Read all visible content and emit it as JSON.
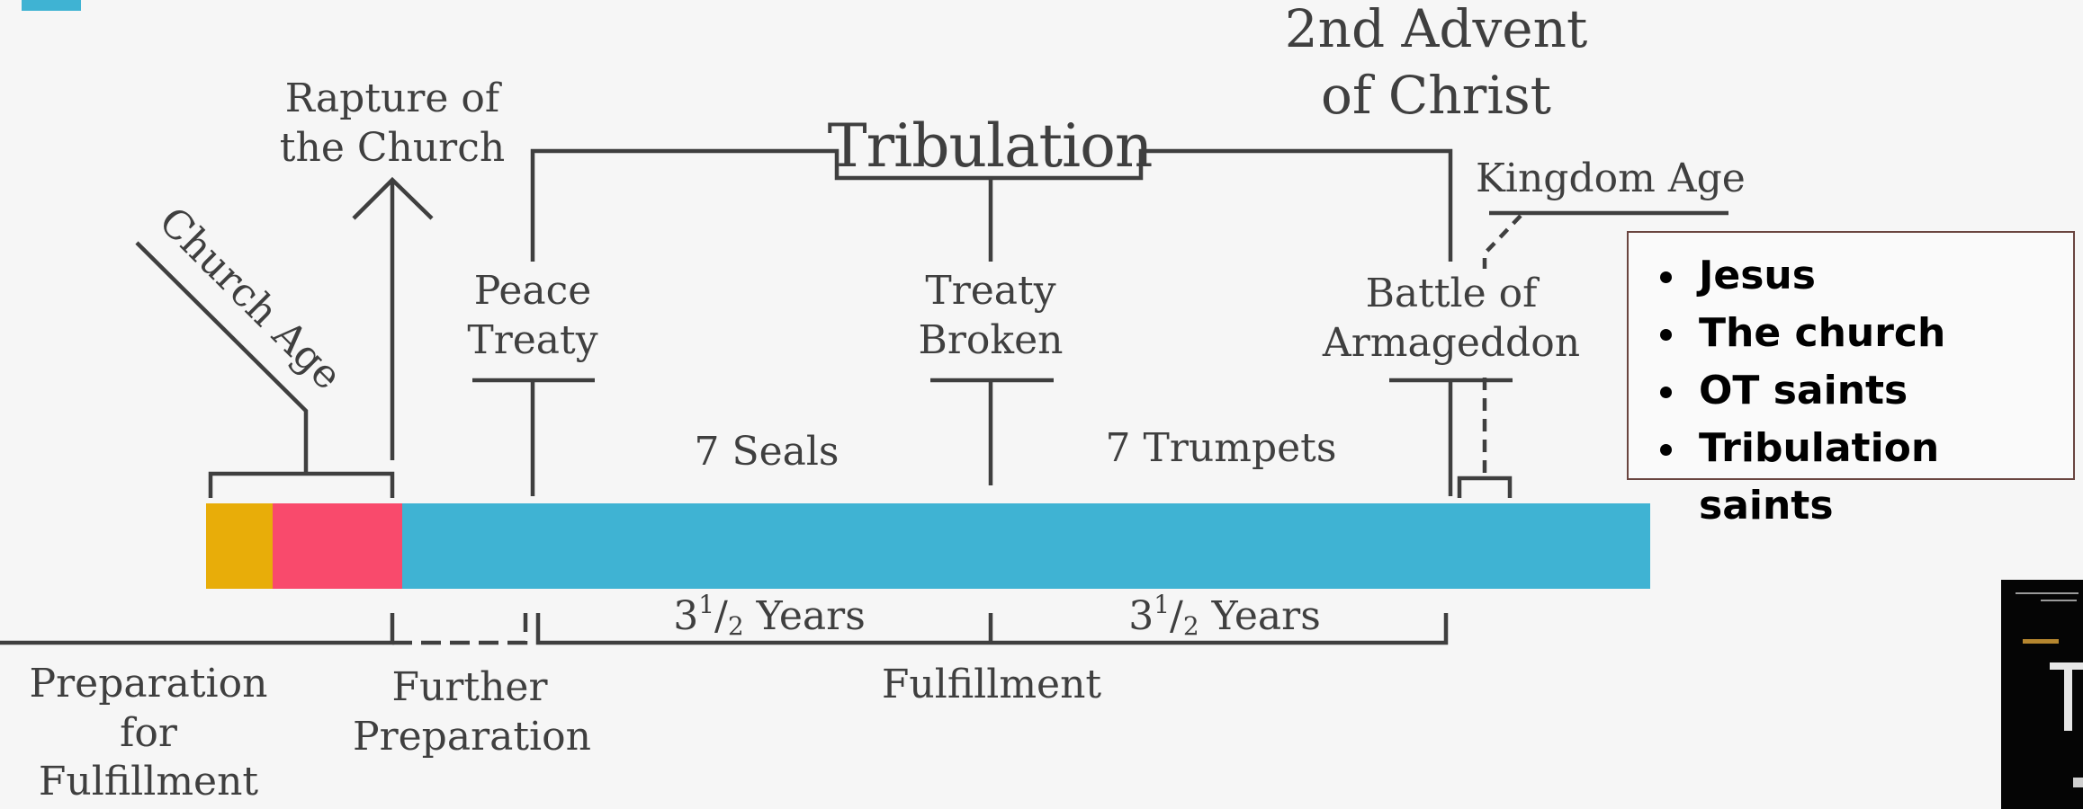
{
  "diagram": {
    "colors": {
      "line": "#3f3f3f",
      "bar_gold": "#e8ad09",
      "bar_pink": "#f94a6c",
      "bar_blue": "#3fb3d3"
    },
    "labels": {
      "second_advent": [
        "2nd Advent",
        "of Christ"
      ],
      "rapture": [
        "Rapture of",
        "the Church"
      ],
      "tribulation": "Tribulation",
      "kingdom_age": "Kingdom Age",
      "church_age": "Church Age",
      "peace_treaty": [
        "Peace",
        "Treaty"
      ],
      "treaty_broken": [
        "Treaty",
        "Broken"
      ],
      "armageddon": [
        "Battle of",
        "Armageddon"
      ],
      "seven_seals": "7 Seals",
      "seven_trumpets": "7 Trumpets",
      "years_first": {
        "whole": "3",
        "num": "1",
        "slash": "/",
        "den": "2",
        "unit": " Years"
      },
      "years_second": {
        "whole": "3",
        "num": "1",
        "slash": "/",
        "den": "2",
        "unit": " Years"
      },
      "preparation": [
        "Preparation",
        "for",
        "Fulfillment"
      ],
      "further_preparation": [
        "Further",
        "Preparation"
      ],
      "fulfillment": "Fulfillment"
    }
  },
  "legend": {
    "items": [
      "Jesus",
      "The church",
      "OT saints",
      "Tribulation saints"
    ]
  },
  "book_cover": {
    "icon": "book-cover-thumbnail"
  }
}
